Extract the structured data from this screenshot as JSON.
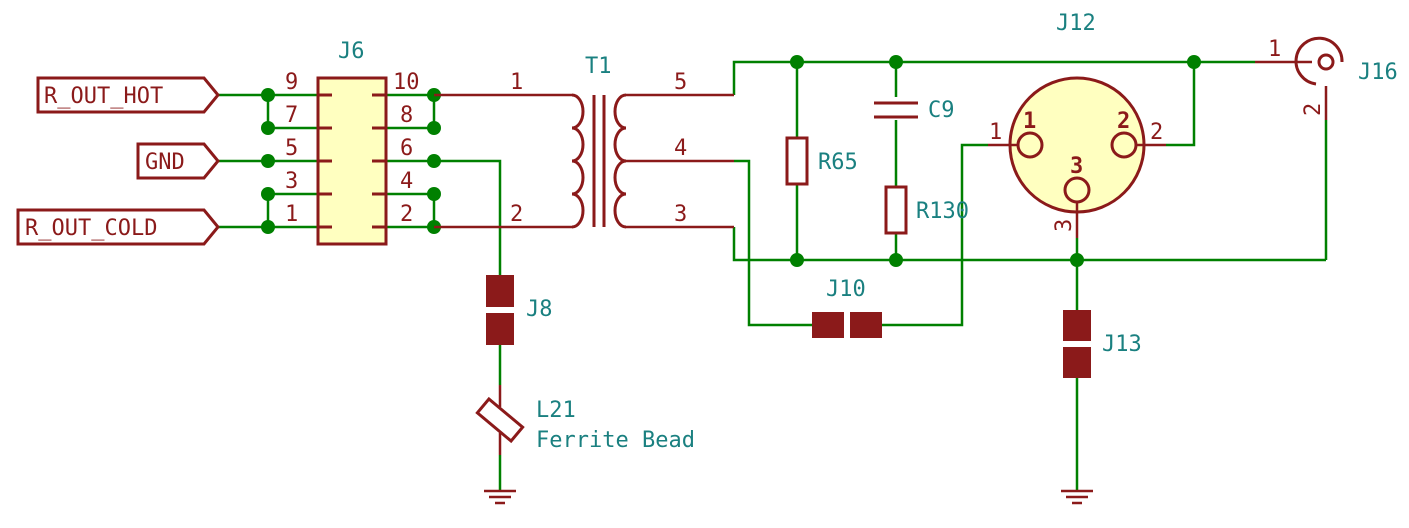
{
  "net_labels": {
    "r_out_hot": "R_OUT_HOT",
    "gnd": "GND",
    "r_out_cold": "R_OUT_COLD"
  },
  "components": {
    "j6": {
      "ref": "J6",
      "pins_left": [
        "9",
        "7",
        "5",
        "3",
        "1"
      ],
      "pins_right": [
        "10",
        "8",
        "6",
        "4",
        "2"
      ]
    },
    "t1": {
      "ref": "T1",
      "pins": {
        "p1": "1",
        "p2": "2",
        "p5": "5",
        "p4": "4",
        "p3": "3"
      }
    },
    "j8": {
      "ref": "J8"
    },
    "l21": {
      "ref": "L21",
      "value": "Ferrite Bead"
    },
    "r65": {
      "ref": "R65"
    },
    "c9": {
      "ref": "C9"
    },
    "r130": {
      "ref": "R130"
    },
    "j10": {
      "ref": "J10"
    },
    "j12": {
      "ref": "J12",
      "pins": {
        "p1": "1",
        "p2": "2",
        "p3": "3"
      },
      "inner": {
        "p1": "1",
        "p2": "2",
        "p3": "3"
      }
    },
    "j13": {
      "ref": "J13"
    },
    "j16": {
      "ref": "J16",
      "pins": {
        "p1": "1",
        "p2": "2"
      }
    }
  },
  "colors": {
    "wire": "#008000",
    "symbol": "#8b1a1a",
    "reference": "#1a8080",
    "connector_fill": "#ffffc0"
  }
}
